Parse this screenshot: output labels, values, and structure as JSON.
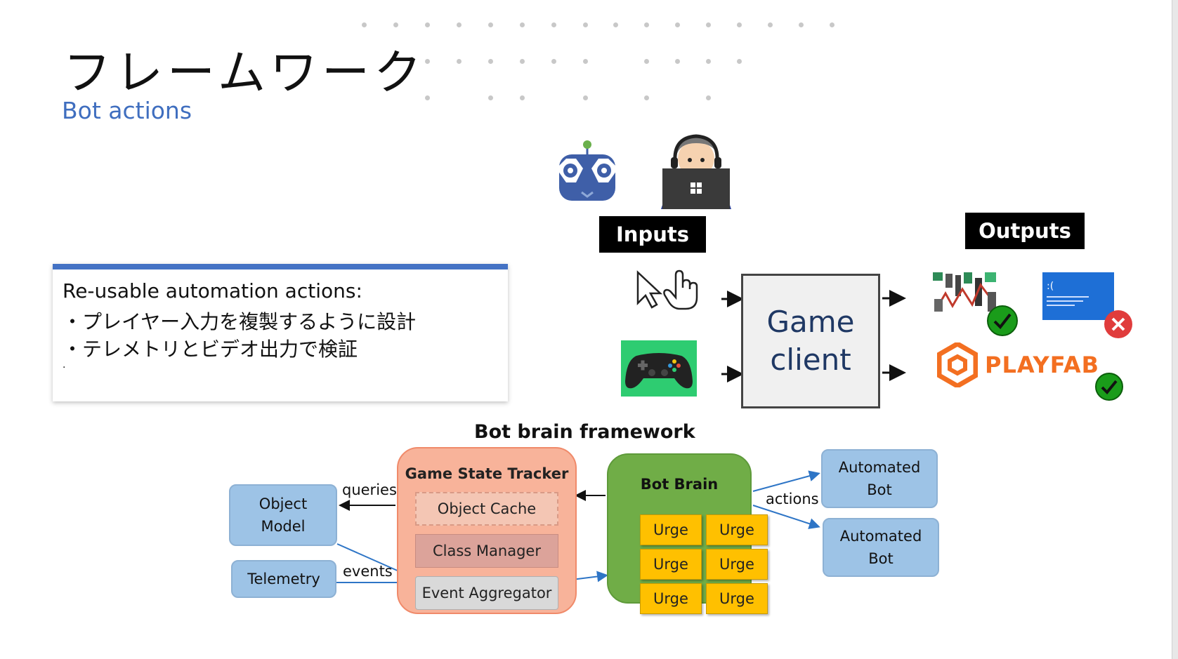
{
  "slide": {
    "title": "フレームワーク",
    "subtitle": "Bot actions"
  },
  "textbox": {
    "lines": [
      "Re-usable automation actions:",
      "・プレイヤー入力を複製するように設計",
      "・テレメトリとビデオ出力で検証",
      "."
    ]
  },
  "top_diagram": {
    "inputs_label": "Inputs",
    "outputs_label": "Outputs",
    "game_client_line1": "Game",
    "game_client_line2": "client",
    "playfab_text": "PLAYFAB",
    "colors": {
      "label_bg": "#000000",
      "game_client_text": "#1f3864",
      "playfab": "#f36f21",
      "ok": "#1a9c1a",
      "fail": "#e03c3c",
      "bsod": "#1e6fd6"
    }
  },
  "framework": {
    "title": "Bot brain framework",
    "object_model_line1": "Object",
    "object_model_line2": "Model",
    "telemetry": "Telemetry",
    "queries_label": "queries",
    "events_label": "events",
    "gst_title": "Game State Tracker",
    "object_cache": "Object Cache",
    "class_manager": "Class Manager",
    "event_aggregator": "Event Aggregator",
    "bot_brain": "Bot Brain",
    "urges": [
      "Urge",
      "Urge",
      "Urge",
      "Urge",
      "Urge",
      "Urge"
    ],
    "actions_label": "actions",
    "automated_bot_1_line1": "Automated",
    "automated_bot_1_line2": "Bot",
    "automated_bot_2_line1": "Automated",
    "automated_bot_2_line2": "Bot",
    "colors": {
      "blue_box": "#9dc3e6",
      "gst": "#f8b39a",
      "bot_brain": "#70ad47",
      "urge": "#ffc000",
      "arrow_blue": "#2e75c6"
    }
  }
}
